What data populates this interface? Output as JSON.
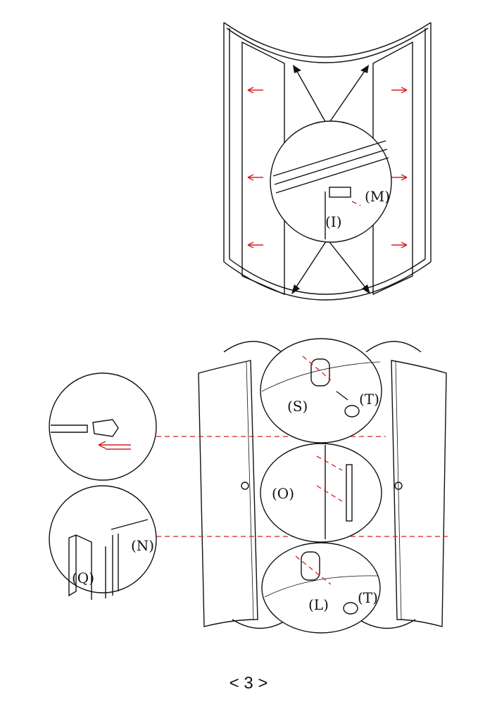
{
  "labels": {
    "M": "(M)",
    "I": "(I)",
    "S": "(S)",
    "T1": "(T)",
    "O": "(O)",
    "L": "(L)",
    "T2": "(T)",
    "Q": "(Q)",
    "N": "(N)"
  },
  "page_number": "< 3 >",
  "colors": {
    "guide": "#d62020",
    "line": "#111111"
  }
}
